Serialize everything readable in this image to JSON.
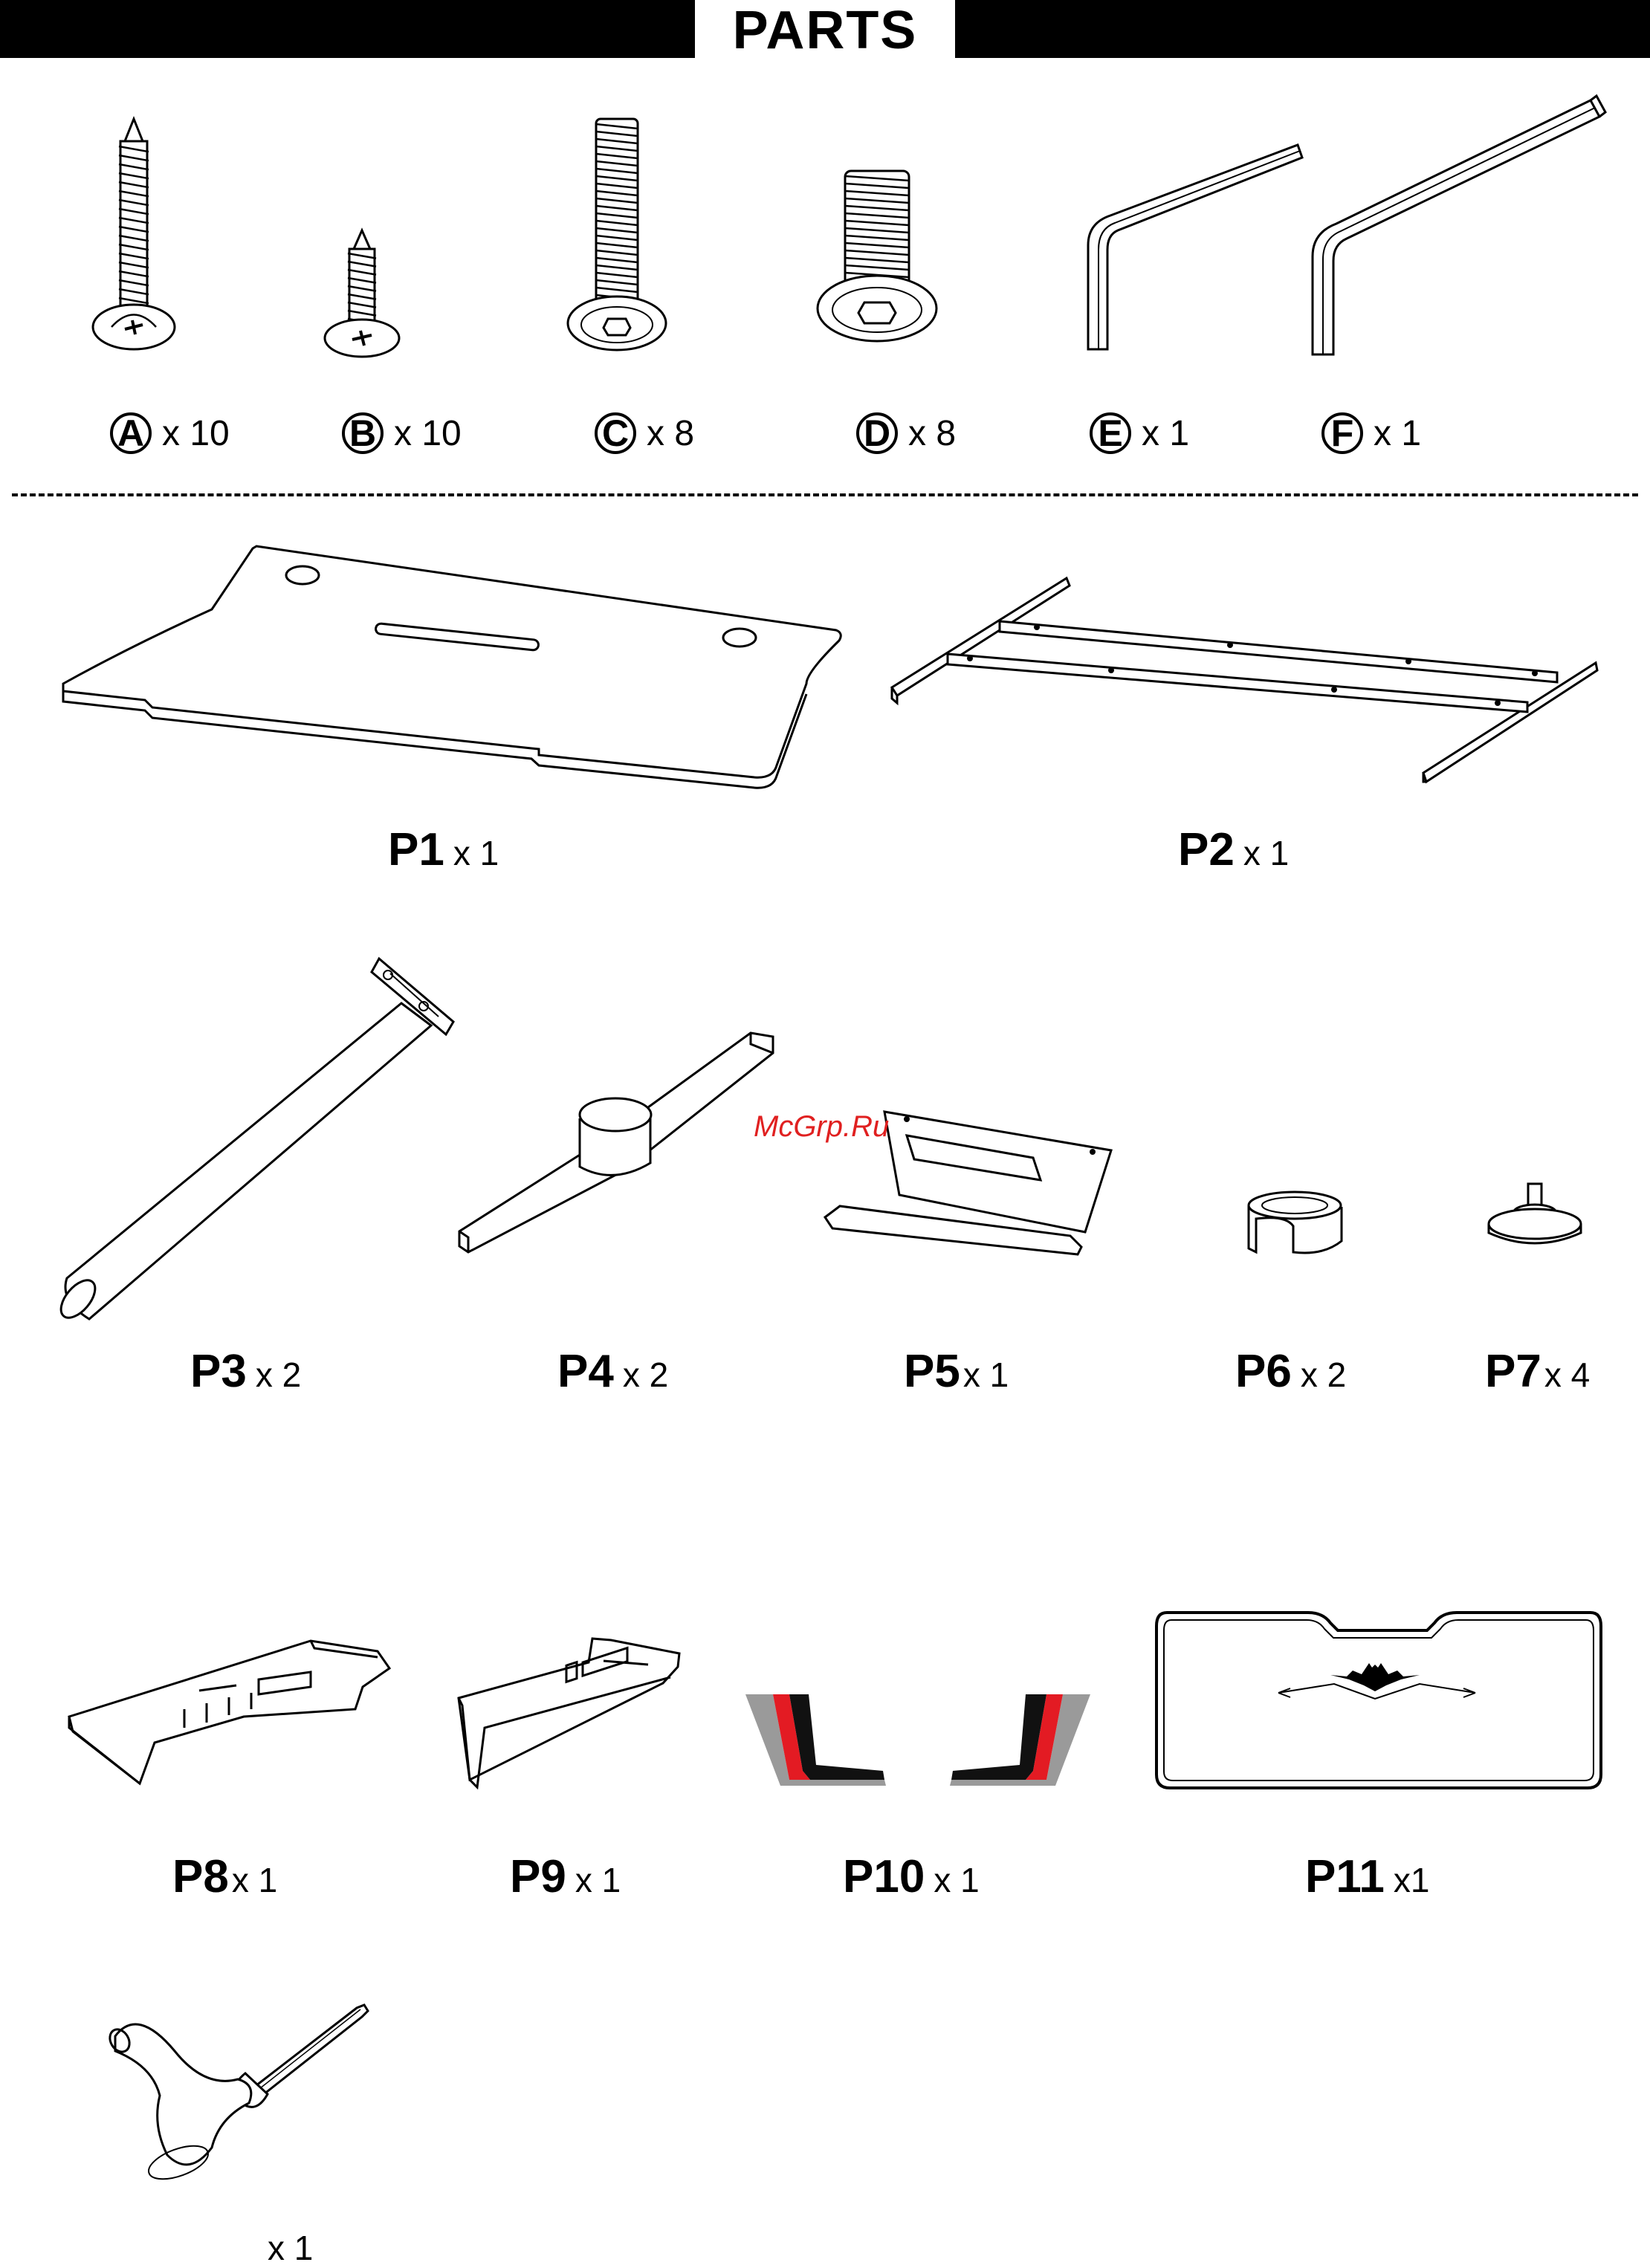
{
  "header": {
    "title": "PARTS"
  },
  "fasteners": [
    {
      "letter": "A",
      "qty": "x 10"
    },
    {
      "letter": "B",
      "qty": "x 10"
    },
    {
      "letter": "C",
      "qty": "x 8"
    },
    {
      "letter": "D",
      "qty": "x 8"
    },
    {
      "letter": "E",
      "qty": "x 1"
    },
    {
      "letter": "F",
      "qty": "x 1"
    }
  ],
  "parts": [
    {
      "code": "P1",
      "qty": "x 1"
    },
    {
      "code": "P2",
      "qty": "x 1"
    },
    {
      "code": "P3",
      "qty": "x 2"
    },
    {
      "code": "P4",
      "qty": "x 2"
    },
    {
      "code": "P5",
      "qty": "x 1"
    },
    {
      "code": "P6",
      "qty": "x 2"
    },
    {
      "code": "P7",
      "qty": "x 4"
    },
    {
      "code": "P8",
      "qty": "x 1"
    },
    {
      "code": "P9",
      "qty": "x 1"
    },
    {
      "code": "P10",
      "qty": "x 1"
    },
    {
      "code": "P11",
      "qty": "x1"
    }
  ],
  "screwdriver": {
    "qty": "x 1"
  },
  "watermark": "McGrp.Ru",
  "colors": {
    "accent_red": "#e31b23",
    "accent_gray": "#9a9a9a"
  }
}
